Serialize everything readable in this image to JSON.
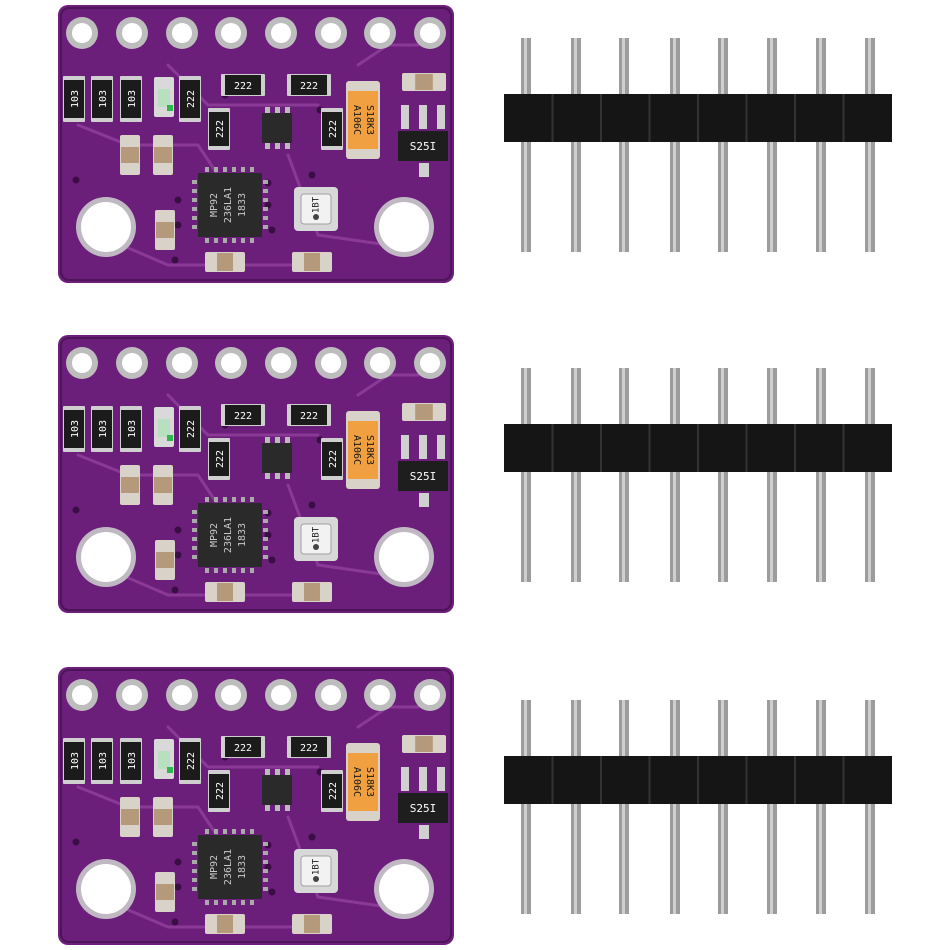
{
  "boards": [
    {
      "chips": {
        "main_ic": [
          "MP92",
          "236LA1",
          "1833"
        ],
        "tantalum_cap": [
          "A106C",
          "S18K3"
        ],
        "regulator": "S25I",
        "pressure_sensor": "1BT"
      },
      "resistors": [
        "103",
        "103",
        "103",
        "222",
        "222",
        "222",
        "222"
      ]
    },
    {
      "chips": {
        "main_ic": [
          "MP92",
          "236LA1",
          "1833"
        ],
        "tantalum_cap": [
          "A106C",
          "S18K3"
        ],
        "regulator": "S25I",
        "pressure_sensor": "1BT"
      },
      "resistors": [
        "103",
        "103",
        "103",
        "222",
        "222",
        "222",
        "222"
      ]
    },
    {
      "chips": {
        "main_ic": [
          "MP92",
          "236LA1",
          "1833"
        ],
        "tantalum_cap": [
          "A106C",
          "S18K3"
        ],
        "regulator": "S25I",
        "pressure_sensor": "1BT"
      },
      "resistors": [
        "103",
        "103",
        "103",
        "222",
        "222",
        "222",
        "222"
      ]
    }
  ],
  "colors": {
    "pcb": "#6b1f7a",
    "pcb_dark": "#4e1459",
    "trace": "#8a3a96",
    "pad": "#e6e6e6",
    "header_plastic": "#151515",
    "header_pin": "#9c9c9c",
    "tantalum": "#f0a040",
    "chip": "#2a2a2a"
  },
  "header_pin_count": 8
}
